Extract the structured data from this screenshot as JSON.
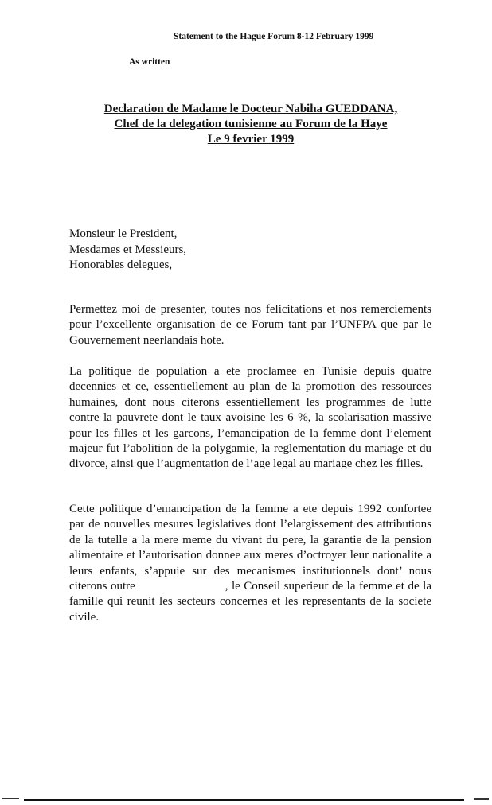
{
  "header": {
    "statement": "Statement to the Hague Forum 8-12 February 1999",
    "as_written": "As written"
  },
  "title": {
    "line1": "Declaration de Madame le Docteur Nabiha GUEDDANA,",
    "line2": "Chef de la delegation tunisienne au Forum de la Haye",
    "line3": "Le 9 fevrier 1999"
  },
  "salutation": {
    "line1": "Monsieur le President,",
    "line2": "Mesdames et Messieurs,",
    "line3": "Honorables delegues,"
  },
  "body": {
    "p1": "Permettez moi de presenter, toutes nos felicitations et nos remerciements pour l’excellente organisation de ce Forum tant par l’UNFPA que par le Gouvernement neerlandais hote.",
    "p2": "La politique de population a ete proclamee en Tunisie depuis quatre decennies et ce, essentiellement au plan de la promotion des ressources humaines, dont nous citerons essentiellement les programmes de lutte contre la pauvrete dont le taux avoisine les 6 %, la scolarisation massive pour les filles et les garcons, l’emancipation de la femme dont l’element majeur fut l’abolition de la polygamie, la reglementation du mariage et du divorce, ainsi que l’augmentation de l’age legal au mariage chez les filles.",
    "p3": "Cette politique d’emancipation de la femme a ete depuis 1992 confortee par de nouvelles mesures legislatives dont l’elargissement des attributions de la tutelle a la mere meme du vivant du pere, la garantie de la pension alimentaire et l’autorisation donnee aux meres d’octroyer leur nationalite a leurs enfants, s’appuie sur des mecanismes institutionnels dont’ nous citerons outre                         , le Conseil superieur de la femme et de la famille qui reunit les secteurs concernes et les representants de la societe civile."
  }
}
